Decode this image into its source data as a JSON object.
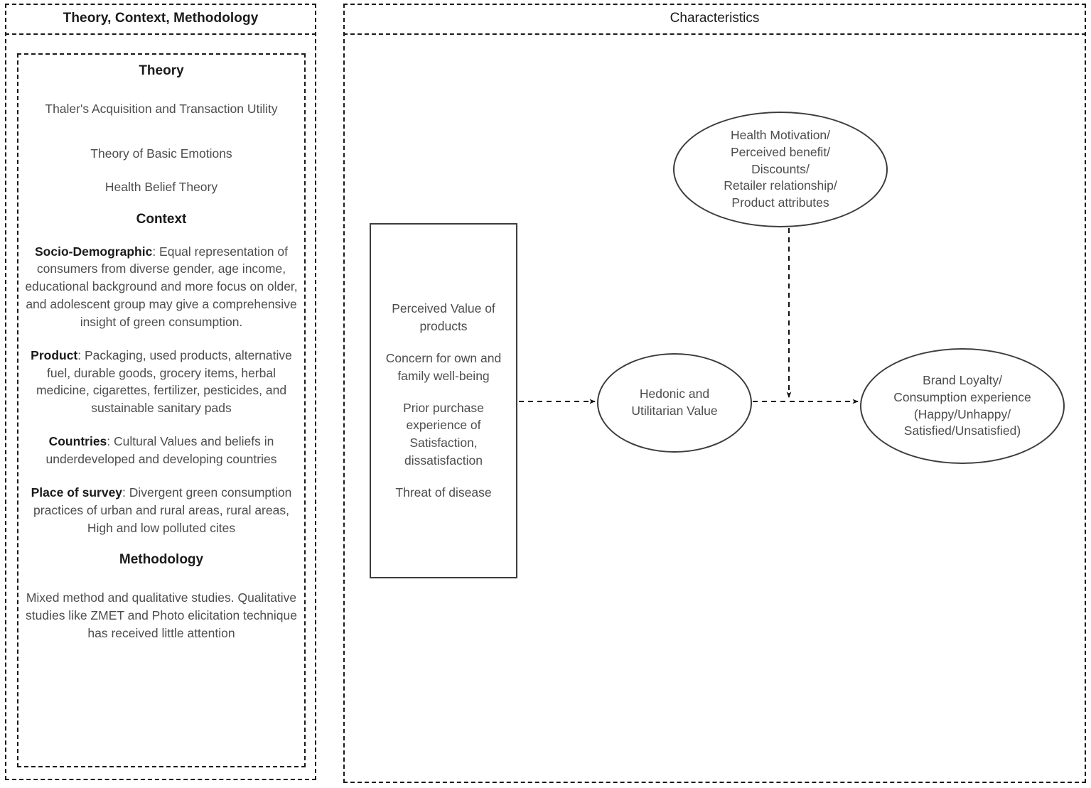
{
  "left_panel": {
    "header_title": "Theory, Context, Methodology",
    "sections": {
      "theory_heading": "Theory",
      "theory_items": [
        "Thaler's Acquisition and Transaction Utility",
        "Theory of Basic Emotions",
        "Health Belief Theory"
      ],
      "context_heading": "Context",
      "socio_label": "Socio-Demographic",
      "socio_text": ": Equal representation of consumers from diverse gender, age income, educational background and more focus on older, and adolescent group may give a comprehensive insight of green consumption.",
      "product_label": "Product",
      "product_text": ": Packaging, used products, alternative fuel, durable goods, grocery items, herbal medicine, cigarettes, fertilizer, pesticides, and sustainable sanitary pads",
      "countries_label": "Countries",
      "countries_text": ": Cultural Values and beliefs in underdeveloped and developing countries",
      "place_label": "Place of survey",
      "place_text": ": Divergent green consumption practices of urban and rural areas, rural areas, High and low polluted cites",
      "methodology_heading": "Methodology",
      "methodology_text": "Mixed method and qualitative studies. Qualitative studies like ZMET and Photo elicitation technique has received little attention"
    }
  },
  "right_panel": {
    "header_title": "Characteristics",
    "rectangle_node": {
      "name": "antecedents-box",
      "lines": [
        "Perceived Value of products",
        "Concern for own and family well-being",
        "Prior purchase experience of Satisfaction, dissatisfaction",
        "Threat of disease"
      ]
    },
    "ellipses": [
      {
        "name": "drivers-ellipse",
        "text": "Health Motivation/ Perceived benefit/ Discounts/ Retailer relationship/ Product attributes",
        "lines": [
          "Health Motivation/",
          "Perceived benefit/",
          "Discounts/",
          "Retailer relationship/",
          "Product attributes"
        ]
      },
      {
        "name": "value-ellipse",
        "text": "Hedonic and Utilitarian Value",
        "lines": [
          "Hedonic and",
          "Utilitarian Value"
        ]
      },
      {
        "name": "outcome-ellipse",
        "text": "Brand Loyalty/ Consumption experience (Happy/Unhappy/ Satisfied/Unsatisfied)",
        "lines": [
          "Brand Loyalty/",
          "Consumption experience",
          "(Happy/Unhappy/",
          "Satisfied/Unsatisfied)"
        ]
      }
    ],
    "connectors": [
      {
        "name": "box-to-value-arrow",
        "from": "antecedents-box",
        "to": "value-ellipse",
        "style": "dashed-arrow"
      },
      {
        "name": "value-to-outcome-arrow",
        "from": "value-ellipse",
        "to": "outcome-ellipse",
        "style": "dashed-arrow"
      },
      {
        "name": "drivers-to-path-arrow",
        "from": "drivers-ellipse",
        "to": "value-to-outcome-arrow",
        "style": "dashed-arrow"
      }
    ]
  },
  "colors": {
    "frame_stroke": "#1a1a1a",
    "node_stroke": "#3d3d3d",
    "body_text": "#4d4d4d",
    "heading_text": "#1a1a1a",
    "background": "#ffffff"
  }
}
